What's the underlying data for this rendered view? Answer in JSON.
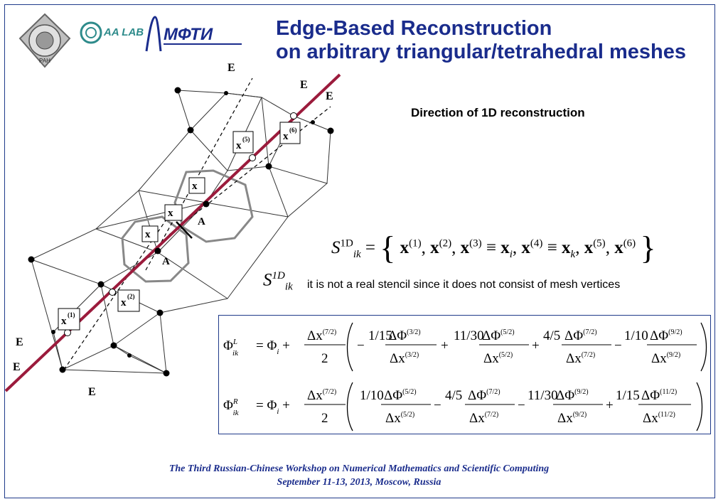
{
  "header": {
    "logo_left_text": "РАН",
    "logo_middle_text": "AA LAB",
    "logo_right_text": "МФТИ",
    "title_line1": "Edge-Based Reconstruction",
    "title_line2": "on arbitrary triangular/tetrahedral meshes"
  },
  "diagram": {
    "direction_label": "Direction of 1D reconstruction",
    "edge_label": "E",
    "line_color": "#9b1b3c",
    "stencil_symbol": "S",
    "stencil_sup": "1D",
    "stencil_sub": "ik",
    "stencil_note": "it is not a real stencil since it does not consist of mesh vertices",
    "vertex_labels": {
      "Ak": "A",
      "Ai": "A",
      "xk": "x",
      "xi": "x",
      "xik": "x",
      "x5": "(5)",
      "x6": "(6)",
      "x2": "(2)",
      "x1": "(1)"
    }
  },
  "stencil_equation": {
    "lhs": "S",
    "lhs_sup": "1D",
    "lhs_sub": "ik",
    "equals": "=",
    "items": [
      "(1)",
      "(2)",
      "(3)",
      "(4)",
      "(5)",
      "(6)"
    ]
  },
  "formulas": {
    "phi_L": {
      "coefficients": [
        "1/15",
        "11/30",
        "4/5",
        "1/10"
      ],
      "superscripts": [
        "(3/2)",
        "(5/2)",
        "(7/2)",
        "(9/2)"
      ],
      "delta_x_sup": "(7/2)"
    },
    "phi_R": {
      "coefficients": [
        "1/10",
        "4/5",
        "11/30",
        "1/15"
      ],
      "superscripts": [
        "(5/2)",
        "(7/2)",
        "(9/2)",
        "(11/2)"
      ],
      "delta_x_sup": "(7/2)"
    }
  },
  "footer": {
    "line1": "The Third Russian-Chinese Workshop on Numerical Mathematics and Scientific Computing",
    "line2": "September 11-13, 2013, Moscow, Russia"
  }
}
